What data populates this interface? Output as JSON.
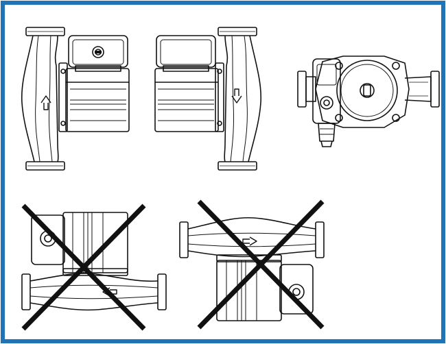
{
  "frame": {
    "border_color": "#1f73b7",
    "border_style": "solid"
  },
  "figure": {
    "panels": [
      {
        "id": "pump-vertical-flow-up",
        "status": "correct",
        "flow_arrow": "up"
      },
      {
        "id": "pump-vertical-flow-down",
        "status": "correct",
        "flow_arrow": "down"
      },
      {
        "id": "pump-front-view",
        "status": "correct"
      },
      {
        "id": "pump-horizontal-motor-up",
        "status": "incorrect",
        "flow_arrow": "left",
        "crossed_out": true
      },
      {
        "id": "pump-horizontal-motor-down",
        "status": "incorrect",
        "flow_arrow": "right",
        "crossed_out": true
      }
    ],
    "colors": {
      "line": "#111111",
      "cross": "#111111",
      "background": "#ffffff"
    }
  }
}
